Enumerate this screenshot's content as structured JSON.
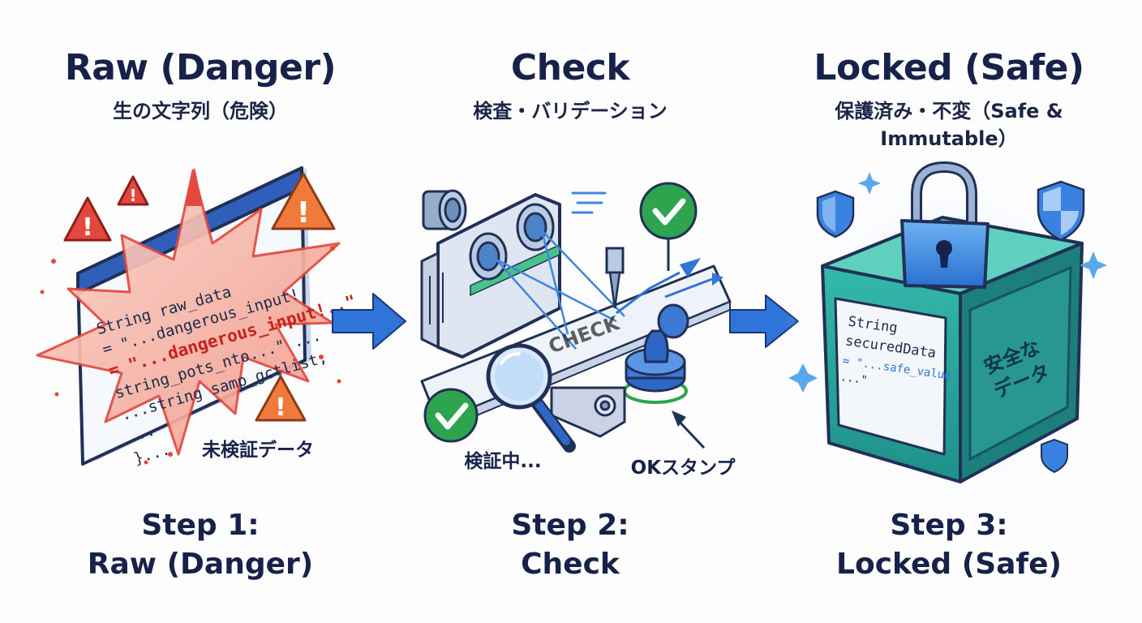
{
  "stage1": {
    "title": "Raw (Danger)",
    "subtitle": "生の文字列（危険）",
    "code": [
      "String raw_data",
      "= \"...dangerous_input!",
      "= \"...dangerous_input!..\"",
      "string_pots_nto...\" ...",
      "...string samp_gctlist;",
      "...",
      "}..."
    ],
    "label": "未検証データ",
    "step_line1": "Step 1:",
    "step_line2": "Raw (Danger)"
  },
  "stage2": {
    "title": "Check",
    "subtitle": "検査・バリデーション",
    "stamp_text": "CHECK",
    "label_checking": "検証中...",
    "label_stamp": "OKスタンプ",
    "step_line1": "Step 2:",
    "step_line2": "Check"
  },
  "stage3": {
    "title": "Locked (Safe)",
    "subtitle_line1": "保護済み・不変（Safe &",
    "subtitle_line2": "Immutable）",
    "code": [
      "String",
      "securedData",
      "= \"...safe_value",
      "...\""
    ],
    "side_text_line1": "安全な",
    "side_text_line2": "データ",
    "step_line1": "Step 3:",
    "step_line2": "Locked (Safe)"
  },
  "colors": {
    "danger": "#e2483d",
    "warning_orange": "#f07a3c",
    "arrow_blue": "#2f74d8",
    "navy": "#17224a",
    "check_green": "#2ea44f",
    "teal": "#2bb5a0"
  },
  "icons": [
    "warning-icon",
    "arrow-right-icon",
    "checkmark-icon",
    "magnifier-icon",
    "stamp-icon",
    "padlock-icon",
    "shield-icon",
    "sparkle-icon"
  ]
}
